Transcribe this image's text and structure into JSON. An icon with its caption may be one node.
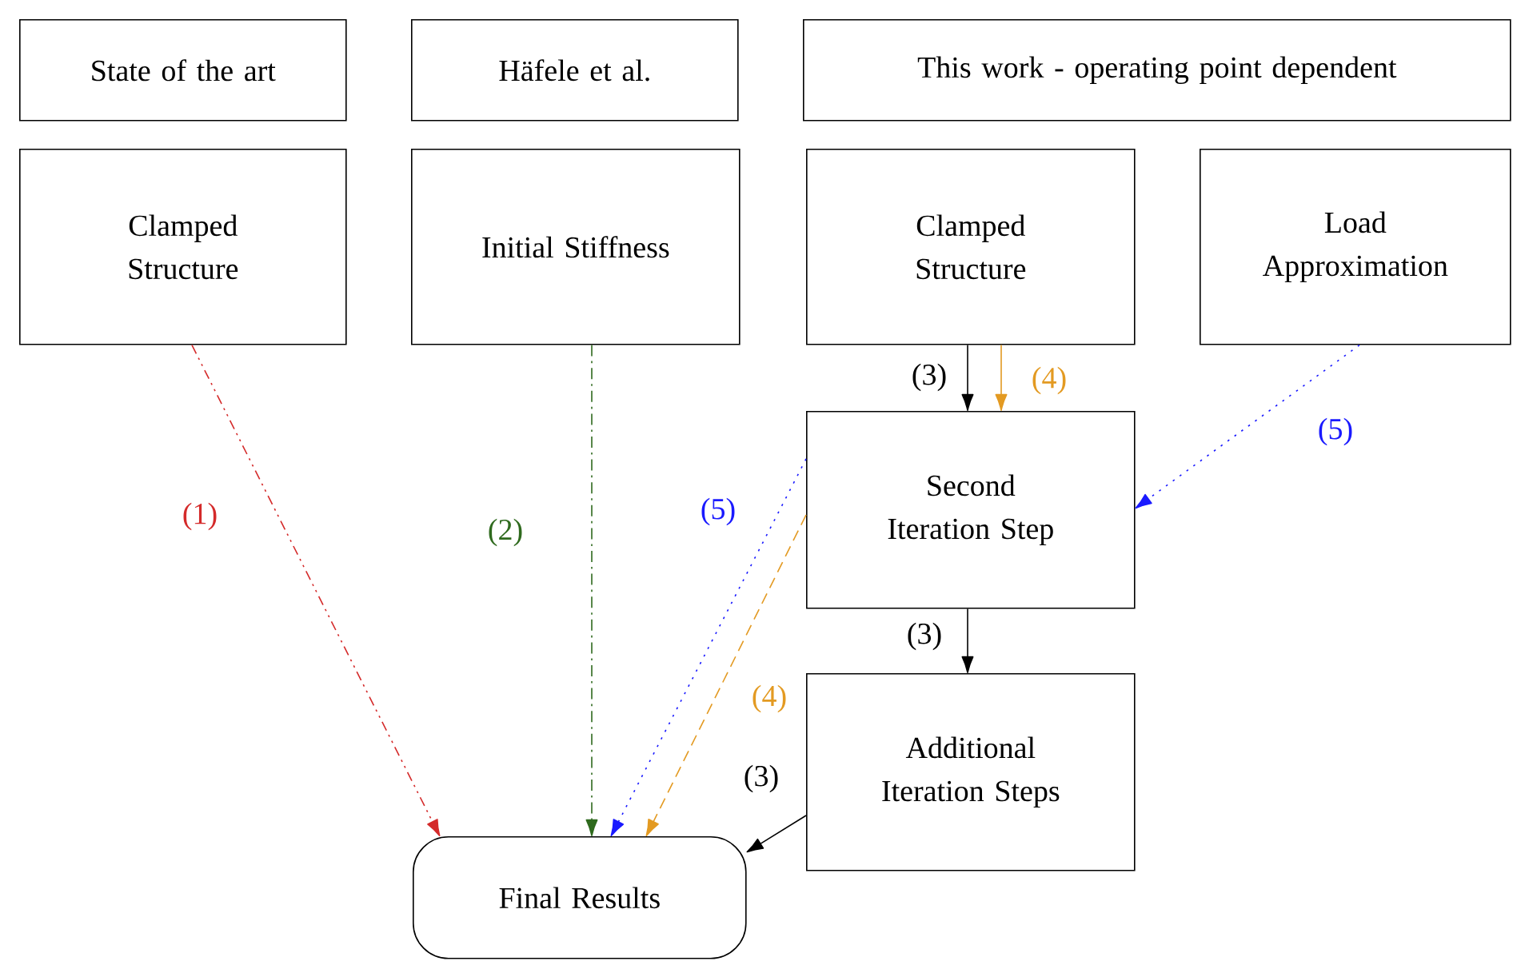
{
  "diagram": {
    "nodes": [
      {
        "text": [
          "State of the art"
        ]
      },
      {
        "text": [
          "Häfele et al."
        ]
      },
      {
        "text": [
          "This work - operating point dependent"
        ]
      },
      {
        "text": [
          "Clamped Structure"
        ]
      },
      {
        "text": [
          "Initial Stiffness"
        ]
      },
      {
        "text": [
          "Clamped Structure"
        ]
      },
      {
        "text": [
          "Load Approximation"
        ]
      },
      {
        "text": [
          "Second Iteration Step"
        ]
      },
      {
        "text": [
          "Additional Iteration Steps"
        ]
      },
      {
        "text": [
          "Final Results"
        ]
      }
    ],
    "edges": [
      {
        "from": 3,
        "to": 9,
        "arrow": "to",
        "label": "(1)",
        "style": "dashed",
        "color": "#d42a2a"
      },
      {
        "from": 4,
        "to": 9,
        "arrow": "to",
        "label": "(2)",
        "style": "dashed",
        "color": "#2f6a1e"
      },
      {
        "from": 5,
        "to": 7,
        "arrow": "to",
        "label": "(3)"
      },
      {
        "from": 5,
        "to": 7,
        "arrow": "to",
        "label": "(4)",
        "color": "#e39a22"
      },
      {
        "from": 6,
        "to": 7,
        "arrow": "to",
        "label": "(5)",
        "style": "dashed",
        "color": "#1a1aff"
      },
      {
        "from": 7,
        "to": 8,
        "arrow": "to",
        "label": "(3)"
      },
      {
        "from": 7,
        "to": 9,
        "arrow": "to",
        "label": "(5)",
        "style": "dashed",
        "color": "#1a1aff"
      },
      {
        "from": 7,
        "to": 9,
        "arrow": "to",
        "label": "(4)",
        "style": "dashed",
        "color": "#e39a22"
      },
      {
        "from": 8,
        "to": 9,
        "arrow": "to",
        "label": "(3)"
      }
    ]
  }
}
